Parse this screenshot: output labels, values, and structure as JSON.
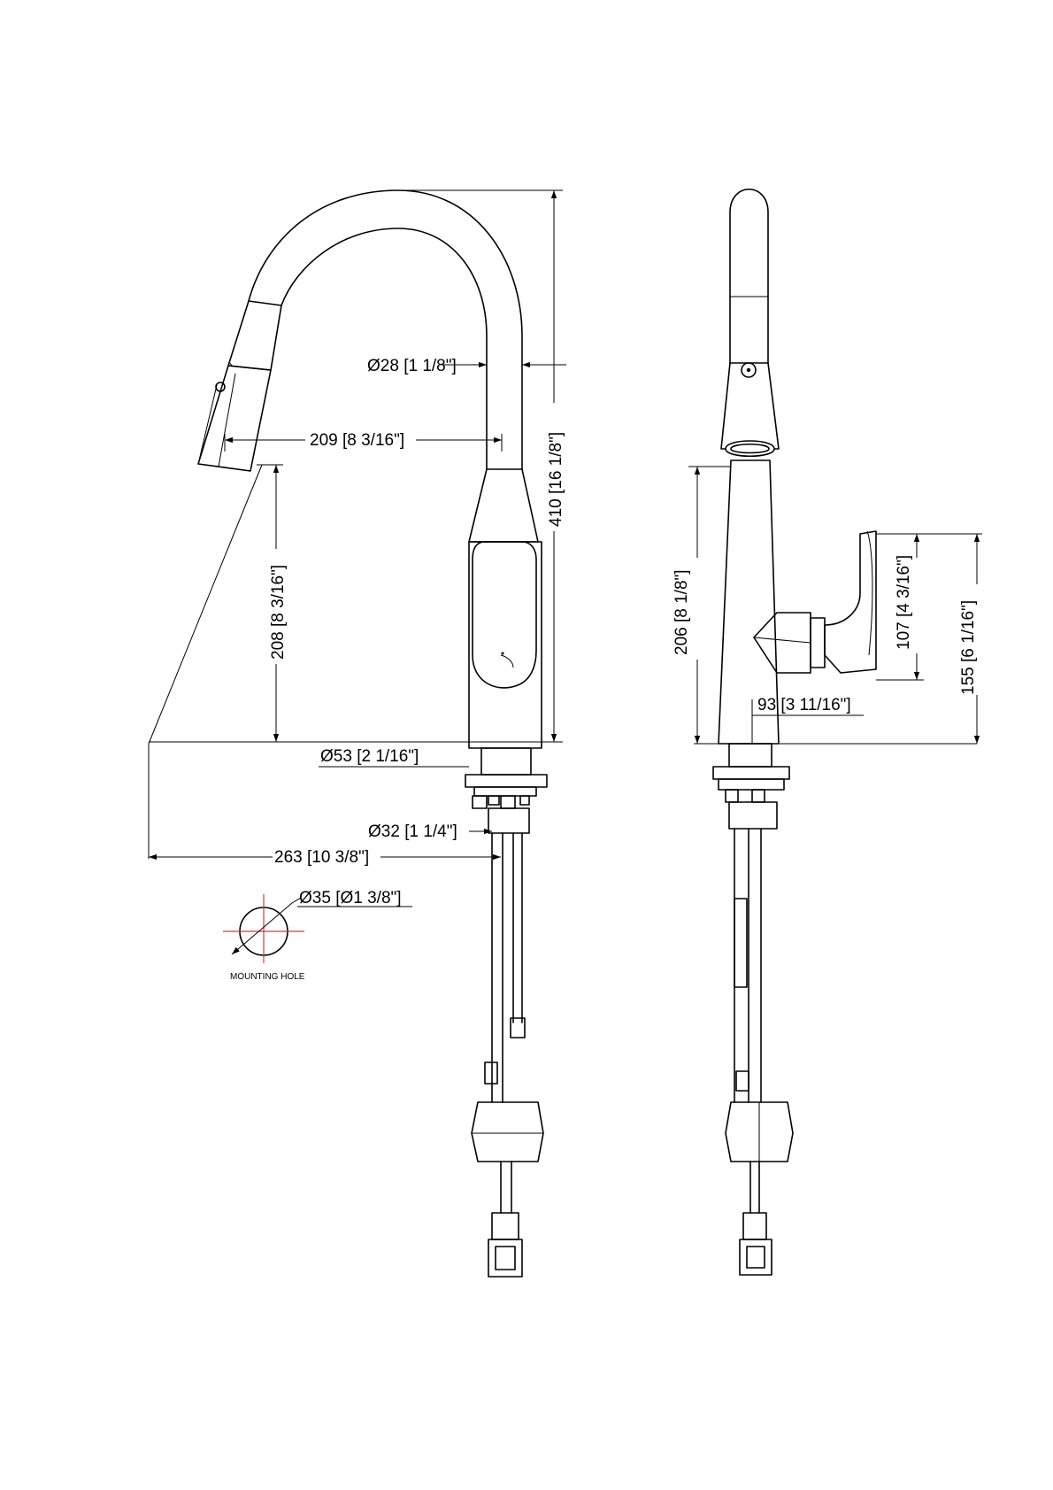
{
  "front_view": {
    "dim_spout_diameter": "Ø28 [1 1/8\"]",
    "dim_reach": "209 [8 3/16\"]",
    "dim_spout_clearance": "208 [8 3/16\"]",
    "dim_overall_height": "410 [16 1/8\"]",
    "dim_base_diameter": "Ø53 [2 1/16\"]",
    "dim_shank_diameter": "Ø32 [1 1/4\"]",
    "dim_spray_reach": "263 [10 3/8\"]"
  },
  "mounting_hole": {
    "dim_diameter": "Ø35 [Ø1 3/8\"]",
    "label": "MOUNTING HOLE",
    "crosshair_color": "#e3342f"
  },
  "side_view": {
    "dim_height_to_spout": "206 [8 1/8\"]",
    "dim_handle_height": "107 [4 3/16\"]",
    "dim_handle_top": "155 [6 1/16\"]",
    "dim_handle_projection": "93 [3 11/16\"]"
  }
}
